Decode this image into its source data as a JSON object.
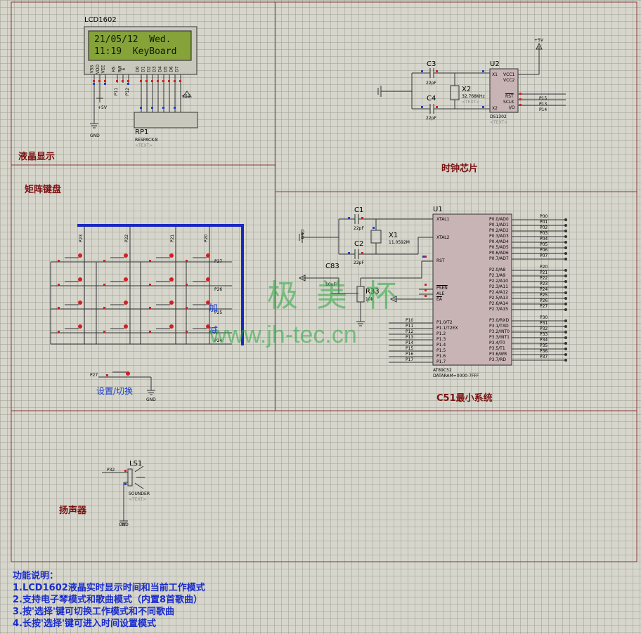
{
  "sections": {
    "lcd": "液晶显示",
    "clock": "时钟芯片",
    "keypad": "矩阵键盘",
    "mcu": "C51最小系统",
    "speaker": "扬声器"
  },
  "lcd": {
    "title": "LCD1602",
    "line1": "21/05/12  Wed.",
    "line2": "11:19  KeyBoard",
    "pins": [
      "VSS",
      "VDD",
      "VEE",
      "RS",
      "RW",
      "E",
      "D0",
      "D1",
      "D2",
      "D3",
      "D4",
      "D5",
      "D6",
      "D7"
    ],
    "ctrl_nets": [
      "P11",
      "P12"
    ],
    "rp1_ref": "RP1",
    "rp1_val": "RESPACK-8",
    "text_tag": "<TEXT>",
    "gnd": "GND",
    "vcc": "+5V"
  },
  "rtc": {
    "ref": "U2",
    "part": "DS1302",
    "pins_left": [
      "X1",
      "X2"
    ],
    "pins_right": [
      "VCC1",
      "VCC2",
      "RST",
      "SCLK",
      "I/O"
    ],
    "nets": [
      "P15",
      "P13",
      "P14"
    ],
    "c3": "C3",
    "c4": "C4",
    "cap_val": "22pF",
    "x2": "X2",
    "x2_val": "32.768KHz",
    "vcc": "+5V"
  },
  "keypad": {
    "col_nets": [
      "P23",
      "P22",
      "P21",
      "P20"
    ],
    "row_nets": [
      "P27",
      "P26",
      "P25",
      "P24"
    ],
    "add": "加",
    "sub": "减",
    "set_net": "P27",
    "set_label": "设置/切换",
    "gnd": "GND"
  },
  "mcu": {
    "ref": "U1",
    "part": "AT89C52",
    "dataram": "DATARAM=0000-7FFF",
    "c1": "C1",
    "c2": "C2",
    "cap_val": "22pF",
    "x1": "X1",
    "x1_val": "11.0592M",
    "c83": "C83",
    "c83_val": "10uF",
    "r33": "R33",
    "r33_val": "10k",
    "left_pins": [
      "XTAL1",
      "XTAL2",
      "RST",
      "PSEN",
      "ALE",
      "EA"
    ],
    "p1_pins": [
      "P1.0/T2",
      "P1.1/T2EX",
      "P1.2",
      "P1.3",
      "P1.4",
      "P1.5",
      "P1.6",
      "P1.7"
    ],
    "p0_pins": [
      "P0.0/AD0",
      "P0.1/AD1",
      "P0.2/AD2",
      "P0.3/AD3",
      "P0.4/AD4",
      "P0.5/AD5",
      "P0.6/AD6",
      "P0.7/AD7"
    ],
    "p2_pins": [
      "P2.0/A8",
      "P2.1/A9",
      "P2.2/A10",
      "P2.3/A11",
      "P2.4/A12",
      "P2.5/A13",
      "P2.6/A14",
      "P2.7/A15"
    ],
    "p3_pins": [
      "P3.0/RXD",
      "P3.1/TXD",
      "P3.2/INT0",
      "P3.3/INT1",
      "P3.4/T0",
      "P3.5/T1",
      "P3.6/WR",
      "P3.7/RD"
    ],
    "p0_nets": [
      "P00",
      "P01",
      "P02",
      "P03",
      "P04",
      "P05",
      "P06",
      "P07"
    ],
    "p2_nets": [
      "P20",
      "P21",
      "P22",
      "P23",
      "P24",
      "P25",
      "P26",
      "P27"
    ],
    "p3_nets": [
      "P30",
      "P31",
      "P32",
      "P33",
      "P34",
      "P35",
      "P36",
      "P37"
    ],
    "p1_nets": [
      "P10",
      "P11",
      "P12",
      "P13",
      "P14",
      "P15",
      "P16",
      "P17"
    ],
    "gnd": "GND"
  },
  "speaker": {
    "ref": "LS1",
    "part": "SOUNDER",
    "net": "P32",
    "gnd": "GND"
  },
  "watermark": {
    "cn": "极 美 杯",
    "url": "www.jh-tec.cn"
  },
  "notes": {
    "title": "功能说明：",
    "items": [
      "1.LCD1602液晶实时显示时间和当前工作模式",
      "2.支持电子琴模式和歌曲模式（内置8首歌曲）",
      "3.按'选择'键可切换工作模式和不同歌曲",
      "4.长按'选择'键可进入时间设置模式"
    ]
  }
}
